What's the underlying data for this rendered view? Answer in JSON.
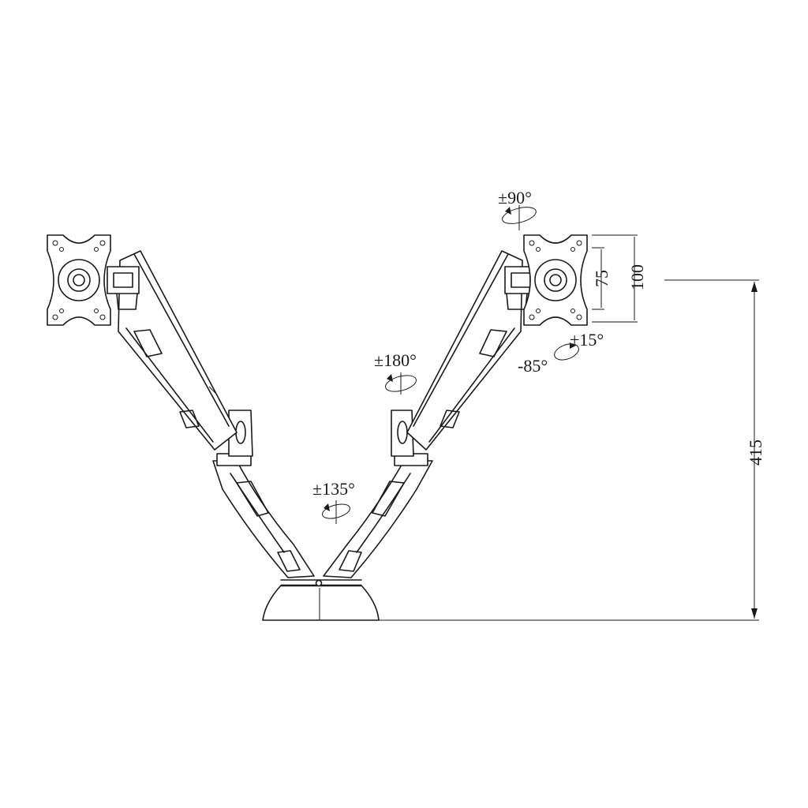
{
  "diagram": {
    "rotation_labels": {
      "vesa_rotation": "±90°",
      "tilt_up": "+15°",
      "tilt_down": "-85°",
      "arm_swivel": "±180°",
      "base_swivel": "±135°"
    },
    "dimension_labels": {
      "vesa_small": "75",
      "vesa_large": "100",
      "height": "415"
    },
    "colors": {
      "line": "#1a1a1a",
      "background": "#ffffff"
    }
  }
}
